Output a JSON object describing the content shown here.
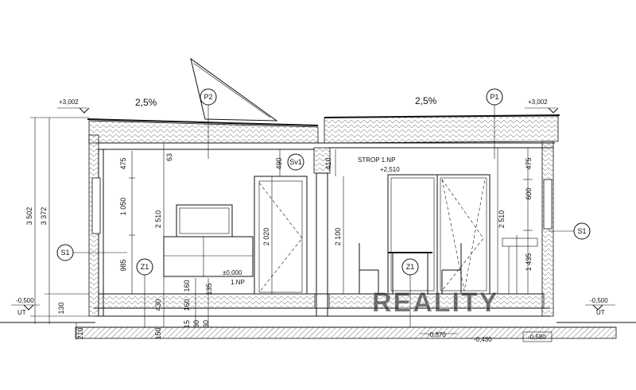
{
  "slopes": {
    "left": "2,5%",
    "right": "2,5%"
  },
  "panels": {
    "left": "P2",
    "right": "P1"
  },
  "sections": {
    "wall": "S1",
    "floor": "Z1",
    "lintel": "Sv1"
  },
  "levels": {
    "top_left": "+3,002",
    "top_right": "+3,002",
    "ceiling": "STROP 1.NP",
    "ceiling_value": "+2,510",
    "floor_value": "±0,000",
    "floor_name": "1.NP",
    "ground_left_value": "-0,500",
    "ground_left_label": "UT",
    "ground_right_value": "-0,500",
    "ground_right_label": "UT",
    "found_1": "-0,370",
    "found_2": "-0,430",
    "found_3": "-0,580"
  },
  "dims_left_outer": {
    "total": "3 502",
    "inner": "3 372",
    "base_a": "130",
    "base_b": "210"
  },
  "dims_left_room": {
    "a": "475",
    "b": "1 050",
    "c": "985"
  },
  "dims_left_interior": {
    "height": "2 510",
    "slab": "63",
    "floor_a": "430",
    "floor_b": "150"
  },
  "dims_center": {
    "lintel": "490",
    "door_h": "2 020",
    "wall_h": "2 100",
    "lintel_r": "410",
    "d160a": "160",
    "d160b": "160",
    "d135": "135",
    "d15": "15",
    "d60": "60",
    "d30": "30"
  },
  "dims_right": {
    "a": "475",
    "b": "600",
    "c": "2 510",
    "d": "1 435"
  },
  "watermark": "REALITY"
}
